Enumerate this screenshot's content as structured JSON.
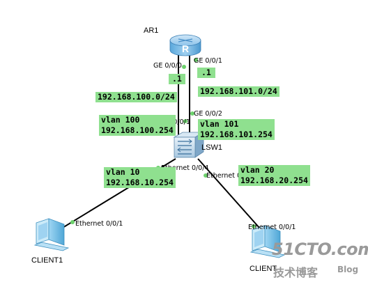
{
  "nodes": {
    "router": "AR1",
    "switch": "LSW1",
    "client1": "CLIENT1",
    "client2": "CLIENT2"
  },
  "ports": {
    "ar1_ge000": "GE 0/0/0",
    "ar1_ge001": "GE 0/0/1",
    "lsw1_ge001": "GE 0/0/1",
    "lsw1_ge002": "GE 0/0/2",
    "lsw1_eth004": "Ethernet 0/0/4",
    "lsw1_eth006": "Ethernet 0/0/6",
    "client1_eth": "Ethernet 0/0/1",
    "client2_eth": "Ethernet 0/0/1"
  },
  "labels": {
    "ar1_ip_left": ".1",
    "ar1_ip_right": ".1",
    "net_100": "192.168.100.0/24",
    "net_101": "192.168.101.0/24",
    "vlan100_name": "vlan 100",
    "vlan100_ip": "192.168.100.254",
    "vlan101_name": "vlan 101",
    "vlan101_ip": "192.168.101.254",
    "vlan10_name": "vlan 10",
    "vlan10_ip": "192.168.10.254",
    "vlan20_name": "vlan 20",
    "vlan20_ip": "192.168.20.254"
  },
  "watermark": {
    "site": "51CTO.com",
    "sub": "技术博客",
    "blog": "Blog"
  },
  "colors": {
    "label_bg": "#8fe08f",
    "port_dot": "#6dd16d",
    "link": "#000000"
  }
}
